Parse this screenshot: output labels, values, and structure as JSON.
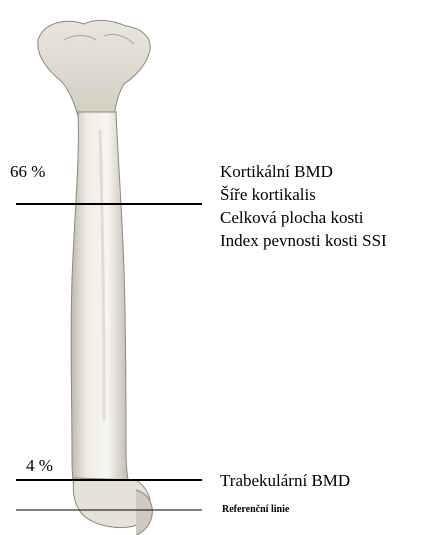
{
  "markers": {
    "upper": {
      "percent_label": "66 %"
    },
    "lower": {
      "percent_label": "4 %"
    },
    "reference": {
      "label": "Referenční linie"
    }
  },
  "measurements_upper": [
    "Kortikální BMD",
    "Šíře kortikalis",
    "Celková plocha kosti",
    "Index pevnosti kosti SSI"
  ],
  "measurement_lower": "Trabekulární BMD",
  "colors": {
    "line": "#000000",
    "bone_light": "#f4f2ec",
    "bone_shadow": "#c9c4b8"
  }
}
